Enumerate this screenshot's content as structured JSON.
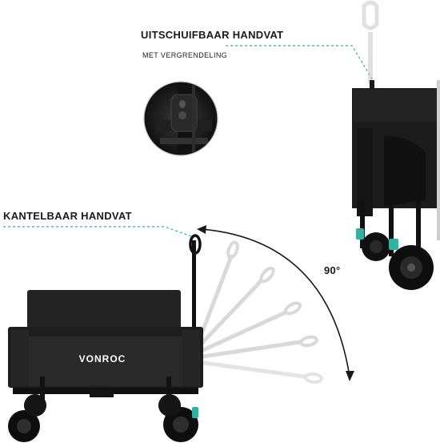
{
  "callout_top": {
    "title": "UITSCHUIFBAAR HANDVAT",
    "subtitle": "MET VERGRENDELING"
  },
  "callout_left": {
    "title": "KANTELBAAR HANDVAT"
  },
  "angle_label": "90°",
  "brand_label": "VONROC",
  "colors": {
    "accent_teal": "#2bb3a3",
    "wagon_black": "#1c1c1c",
    "ghost_gray": "#d6d6d6"
  }
}
